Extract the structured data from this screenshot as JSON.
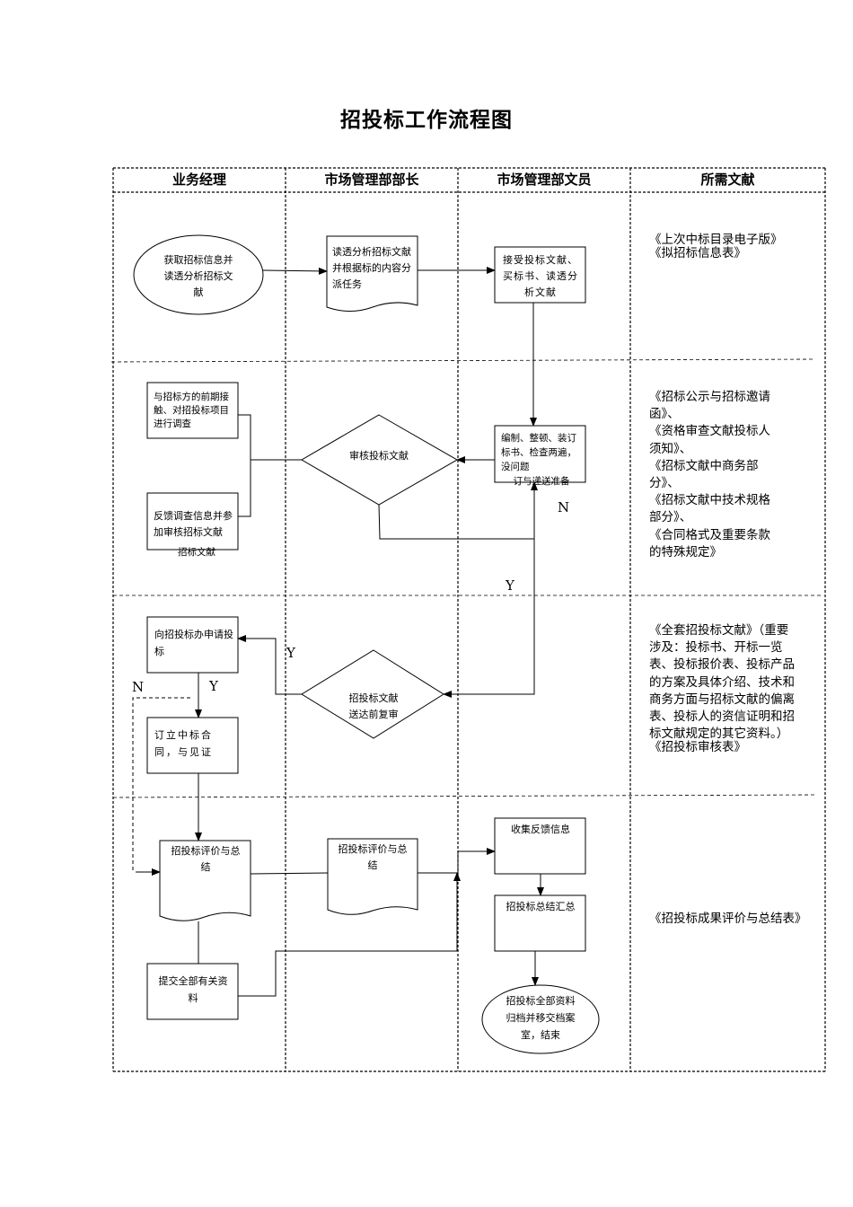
{
  "title": "招投标工作流程图",
  "columns": [
    "业务经理",
    "市场管理部部长",
    "市场管理部文员",
    "所需文献"
  ],
  "nodes": {
    "obtain": "获取招标信息并读透分析招标文献",
    "analyze": "读透分析招标文献并根据标的内容分派任务",
    "accept": "接受投标文献、买标书、读透分析文献",
    "contact": "与招标方的前期接触、对招投标项目进行调查",
    "feedback": "反馈调查信息并参加审核招标文献",
    "feedback_overlap": "招标文献",
    "review": "审核投标文献",
    "compile": "编制、整顿、装订标书、检查两遍，没问题",
    "compile_overlap": "订与递送准备",
    "apply": "向招投标办申请投标",
    "recheck": "招投标文献送达前复审",
    "contract": "订立中标合同，与见证",
    "eval_manager": "招投标评价与总结",
    "eval_head": "招投标评价与总结",
    "collect": "收集反馈信息",
    "summary": "招投标总结汇总",
    "submit": "提交全部有关资料",
    "archive": "招投标全部资料归档并移交档案室，结束"
  },
  "edge_labels": {
    "n_compile": "N",
    "y_review": "Y",
    "y_recheck": "Y",
    "y_apply": "Y",
    "n_left": "N"
  },
  "documents": {
    "row1": [
      "《上次中标目录电子版》",
      "《拟招标信息表》"
    ],
    "row2": [
      "《招标公示与招标邀请函》、",
      "《资格审查文献投标人须知》、",
      "《招标文献中商务部分》、",
      "《招标文献中技术规格部分》、",
      "《合同格式及重要条款的特殊规定》"
    ],
    "row3": [
      "《全套招投标文献》（重要涉及：投标书、开标一览表、投标报价表、投标产品的方案及具体介绍、技术和商务方面与招标文献的偏离表、投标人的资信证明和招标文献规定的其它资料。）",
      "《招投标审核表》"
    ],
    "row4": [
      "《招投标成果评价与总结表》"
    ]
  }
}
